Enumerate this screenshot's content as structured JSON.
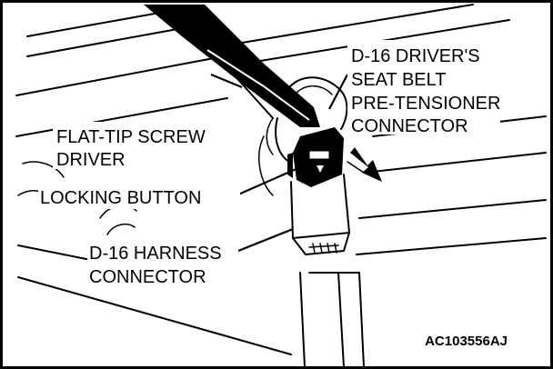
{
  "labels": {
    "seat_belt_connector": [
      "D-16 DRIVER'S",
      "SEAT BELT",
      "PRE-TENSIONER",
      "CONNECTOR"
    ],
    "screwdriver": [
      "FLAT-TIP SCREW",
      "DRIVER"
    ],
    "locking_button": "LOCKING BUTTON",
    "harness_connector": [
      "D-16 HARNESS",
      "CONNECTOR"
    ]
  },
  "figure_code": "AC103556AJ",
  "colors": {
    "ink": "#000000",
    "background": "#ffffff"
  },
  "icons": {
    "pull_direction": "arrow-down-right-icon"
  }
}
